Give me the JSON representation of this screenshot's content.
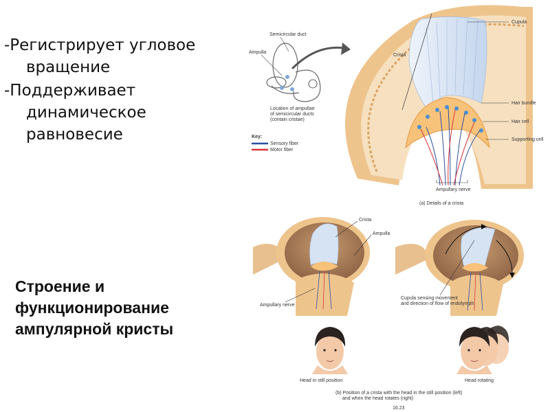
{
  "bullets": {
    "item1_line1": "-Регистрирует угловое",
    "item1_line2": "вращение",
    "item2_line1": "-Поддерживает",
    "item2_line2": "динамическое",
    "item2_line3": "равновесие"
  },
  "title": {
    "line1": "Строение и",
    "line2": "функционирование",
    "line3": "ампулярной кристы"
  },
  "diagram_a": {
    "semicircular_duct": "Semicircular duct",
    "ampulla": "Ampulla",
    "location_line1": "Location of ampullae",
    "location_line2": "of semicircular ducts",
    "location_line3": "(contain cristae)",
    "key_title": "Key:",
    "key_sensory": "Sensory fiber",
    "key_motor": "Motor fiber",
    "crista": "Crista",
    "cupula": "Cupula",
    "hair_bundle": "Hair bundle",
    "hair_cell": "Hair cell",
    "supporting_cell": "Supporting cell",
    "ampullary_nerve": "Ampullary nerve",
    "caption": "(a) Details of a crista"
  },
  "diagram_b": {
    "crista": "Crista",
    "ampulla": "Ampulla",
    "ampullary_nerve": "Ampullary nerve",
    "cupula_line1": "Cupula sensing movement",
    "cupula_line2": "and direction of flow of endolymph",
    "head_still": "Head in still position",
    "head_rotating": "Head rotating",
    "caption_line1": "(b) Position of a crista with the head in the still position (left)",
    "caption_line2": "and when the head rotates (right)",
    "figure_number": "16.23"
  },
  "colors": {
    "wall": "#f0c489",
    "wall_inner": "#f6dcb4",
    "cupula": "#d6e3f3",
    "sensory_fiber": "#2a4f9e",
    "motor_fiber": "#d8343a"
  }
}
